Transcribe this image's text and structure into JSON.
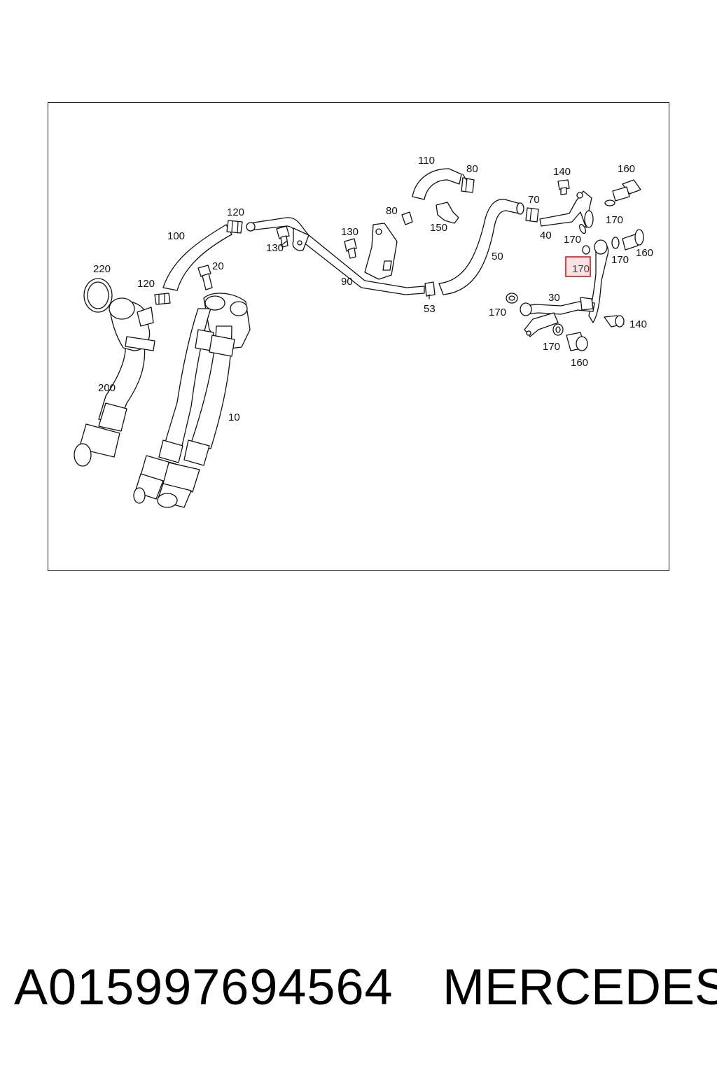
{
  "diagram": {
    "callouts": [
      {
        "id": "c110a",
        "text": "110"
      },
      {
        "id": "c80a",
        "text": "80"
      },
      {
        "id": "c140a",
        "text": "140"
      },
      {
        "id": "c160a",
        "text": "160"
      },
      {
        "id": "c120a",
        "text": "120"
      },
      {
        "id": "c80b",
        "text": "80"
      },
      {
        "id": "c70",
        "text": "70"
      },
      {
        "id": "c150",
        "text": "150"
      },
      {
        "id": "c40",
        "text": "40"
      },
      {
        "id": "c170a",
        "text": "170"
      },
      {
        "id": "c170b",
        "text": "170"
      },
      {
        "id": "c100",
        "text": "100"
      },
      {
        "id": "c130a",
        "text": "130"
      },
      {
        "id": "c130b",
        "text": "130"
      },
      {
        "id": "c50",
        "text": "50"
      },
      {
        "id": "c160b",
        "text": "160"
      },
      {
        "id": "c170c",
        "text": "170"
      },
      {
        "id": "c170hl",
        "text": "170"
      },
      {
        "id": "c220",
        "text": "220"
      },
      {
        "id": "c20",
        "text": "20"
      },
      {
        "id": "c120b",
        "text": "120"
      },
      {
        "id": "c90",
        "text": "90"
      },
      {
        "id": "c53",
        "text": "53"
      },
      {
        "id": "c30",
        "text": "30"
      },
      {
        "id": "c170d",
        "text": "170"
      },
      {
        "id": "c140b",
        "text": "140"
      },
      {
        "id": "c170e",
        "text": "170"
      },
      {
        "id": "c160c",
        "text": "160"
      },
      {
        "id": "c200",
        "text": "200"
      },
      {
        "id": "c10",
        "text": "10"
      }
    ],
    "highlight_color": "#d6171a"
  },
  "footer": {
    "part_number": "A015997694564",
    "brand": "MERCEDES"
  }
}
